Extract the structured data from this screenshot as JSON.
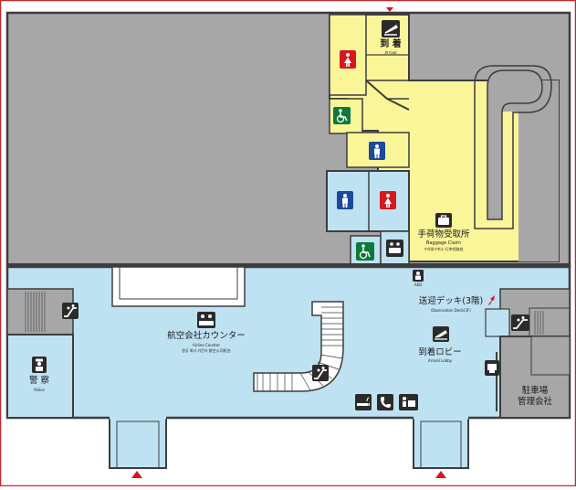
{
  "colors": {
    "background": "#ffffff",
    "border": "#c2272d",
    "wall": "#3d3d3d",
    "restricted_area": "#a7a7a7",
    "public_area": "#bfe2f3",
    "arrival_area": "#fbf59a",
    "icon_dark": "#2b2b2b",
    "icon_female": "#d7171f",
    "icon_male": "#1b4b9a",
    "icon_accessible": "#0d7a3c",
    "arrow_red": "#d6161d"
  },
  "labels": {
    "arrival_top_jp": "到 着",
    "arrival_top_en": "Arrival",
    "baggage_claim_jp": "手荷物受取所",
    "baggage_claim_en": "Baggage Claim",
    "baggage_claim_sub": "수하물수취소  行李领取处",
    "observation_deck_jp": "送迎デッキ(3階)",
    "observation_deck_en": "Observation Deck(3F)",
    "airline_counter_jp": "航空会社カウンター",
    "airline_counter_en": "Airline Counter",
    "airline_counter_sub": "항공 회사 카운터  航空公司柜台",
    "arrival_lobby_jp": "到着ロビー",
    "arrival_lobby_en": "Arrival Lobby",
    "police_jp": "警 察",
    "police_en": "Police",
    "parking_company_line1": "駐車場",
    "parking_company_line2": "管理会社",
    "aed": "AED"
  },
  "icons": [
    "arrival-plane-icon",
    "female-restroom-icon",
    "male-restroom-icon",
    "accessible-restroom-icon",
    "baggage-icon",
    "baby-room-icon",
    "aed-icon",
    "escalator-icon",
    "stairs-icon",
    "police-icon",
    "airline-counter-icon",
    "smoking-area-icon",
    "telephone-icon",
    "information-icon",
    "parking-ticket-icon",
    "up-arrow-icon"
  ]
}
